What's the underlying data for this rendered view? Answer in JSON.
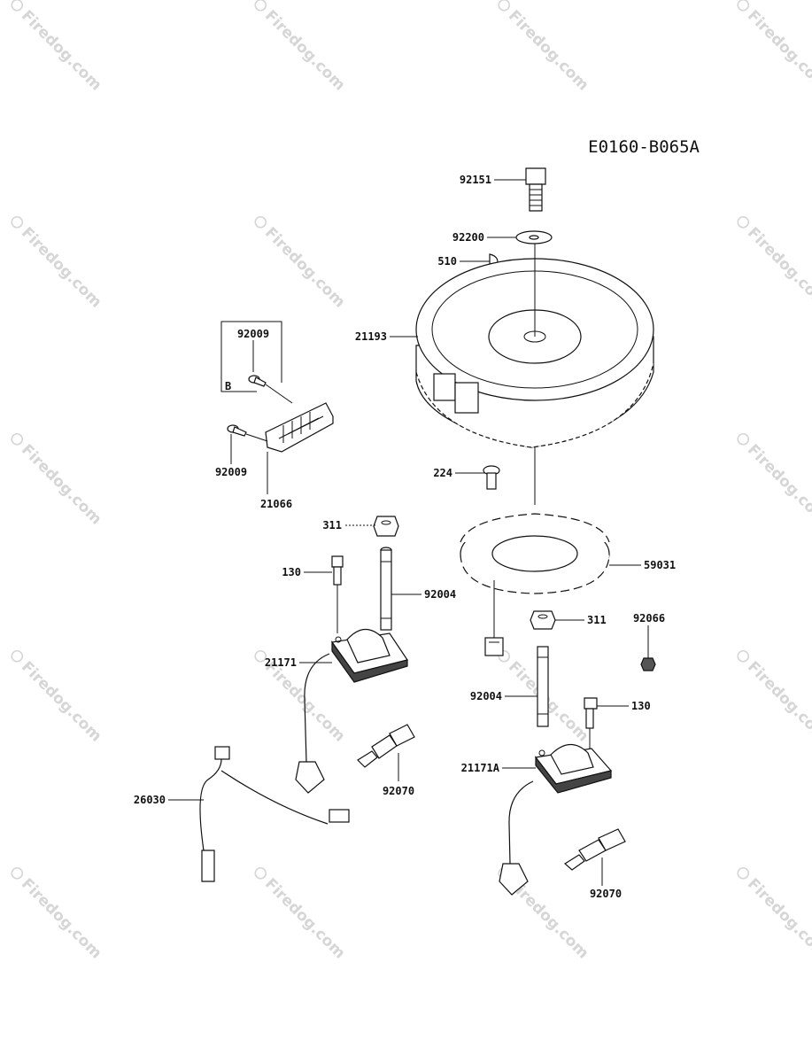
{
  "diagram_code": "E0160-B065A",
  "box_letter": "B",
  "watermark": "Firedog.com",
  "part_numbers": {
    "p92151": "92151",
    "p92200": "92200",
    "p510": "510",
    "p21193": "21193",
    "p92009a": "92009",
    "p92009b": "92009",
    "p21066": "21066",
    "p224": "224",
    "p311a": "311",
    "p59031": "59031",
    "p130a": "130",
    "p92004a": "92004",
    "p311b": "311",
    "p92066": "92066",
    "p21171": "21171",
    "p92004b": "92004",
    "p130b": "130",
    "p92070a": "92070",
    "p21171A": "21171A",
    "p26030": "26030",
    "p92070b": "92070"
  }
}
